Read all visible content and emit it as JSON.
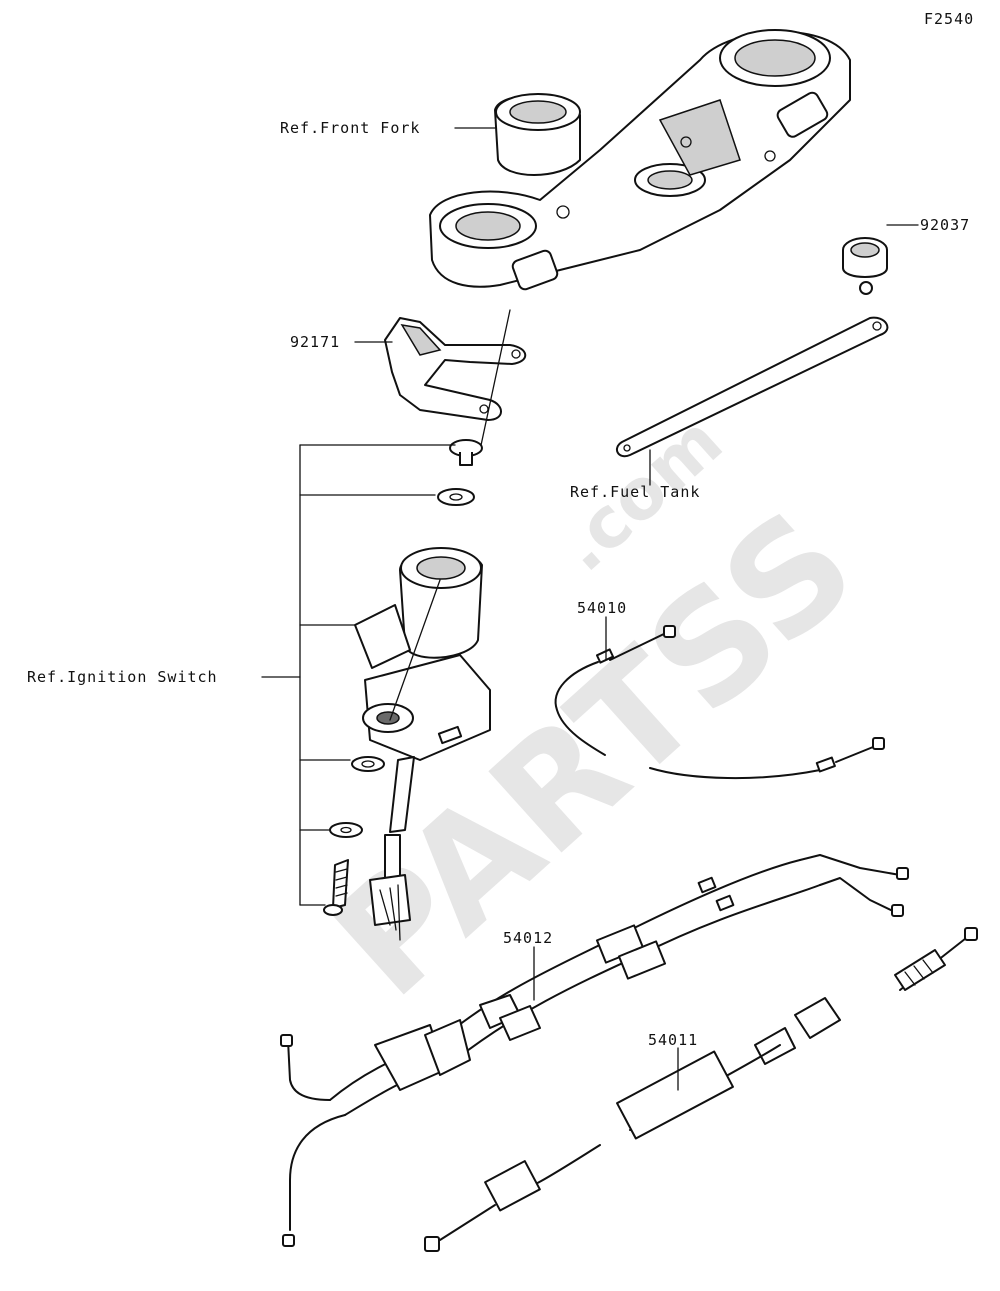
{
  "diagram_code": "F2540",
  "watermark": {
    "brand": "PARTSS",
    "suffix": ".com"
  },
  "labels": {
    "front_fork": "Ref.Front Fork",
    "p92037": "92037",
    "p92171": "92171",
    "fuel_tank": "Ref.Fuel Tank",
    "p54010": "54010",
    "ignition_switch": "Ref.Ignition Switch",
    "p54012": "54012",
    "p54011": "54011"
  }
}
